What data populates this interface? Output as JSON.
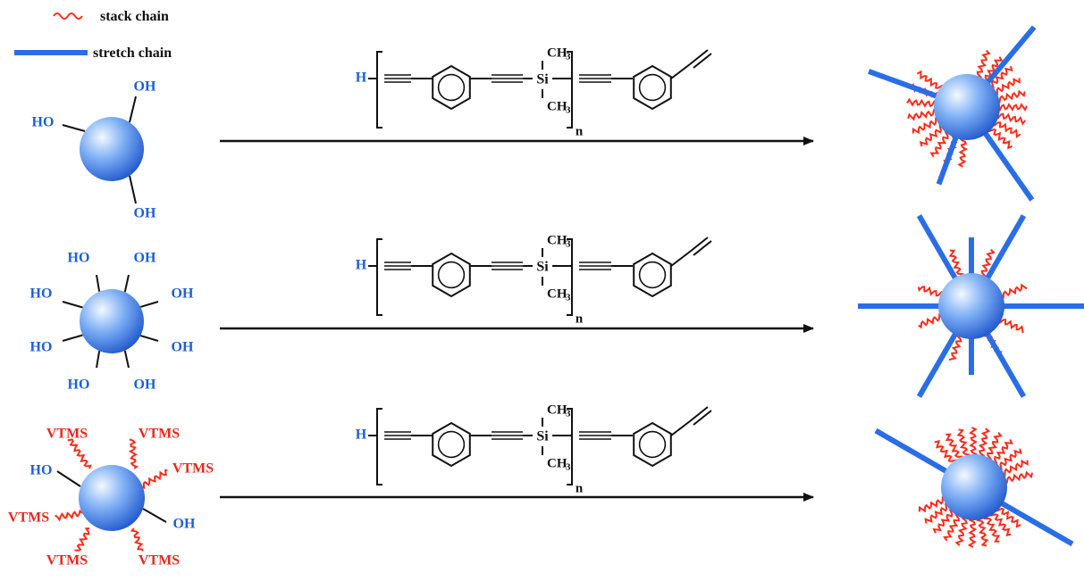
{
  "legend": {
    "stack_label": "stack chain",
    "stretch_label": "stretch chain"
  },
  "colors": {
    "stack_chain": "#ff2a1a",
    "stretch_chain": "#2a6ee6",
    "hydroxyl_text": "#1f5fd6",
    "vtms_text": "#e8281c",
    "bond": "#111111",
    "sphere_light": "#e8f2ff",
    "sphere_dark": "#1f5fd6"
  },
  "groups": {
    "hydroxyl": "OH",
    "hydroxyl_left": "HO",
    "vtms": "VTMS"
  },
  "polymer": {
    "end_h": "H",
    "silicon": "Si",
    "methyl": "CH",
    "methyl_sub": "3",
    "repeat": "n"
  },
  "rows": [
    {
      "id": "row-1",
      "hydroxyl_count": 3,
      "vtms_count": 0,
      "product_stretch_chains": 4,
      "product_stack_chains": 14
    },
    {
      "id": "row-2",
      "hydroxyl_count": 8,
      "vtms_count": 0,
      "product_stretch_chains": 8,
      "product_stack_chains": 7
    },
    {
      "id": "row-3",
      "hydroxyl_count": 2,
      "vtms_count": 6,
      "product_stretch_chains": 2,
      "product_stack_chains": 16
    }
  ]
}
